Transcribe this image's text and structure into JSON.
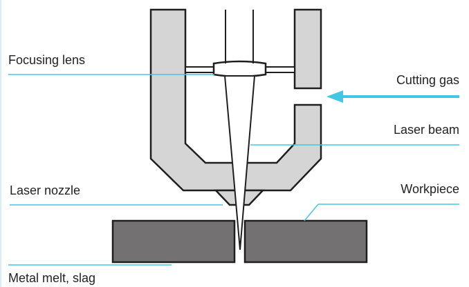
{
  "diagram": {
    "labels": {
      "focusing_lens": "Focusing lens",
      "cutting_gas": "Cutting gas",
      "laser_beam": "Laser beam",
      "laser_nozzle": "Laser nozzle",
      "workpiece": "Workpiece",
      "metal_melt": "Metal melt, slag"
    },
    "colors": {
      "housing_fill": "#d5d5d6",
      "outline": "#1e1e1e",
      "workpiece_fill": "#737172",
      "leader_line": "#43c5e4",
      "gas_arrow": "#43c5e4",
      "lens_fill": "#ffffff"
    }
  }
}
